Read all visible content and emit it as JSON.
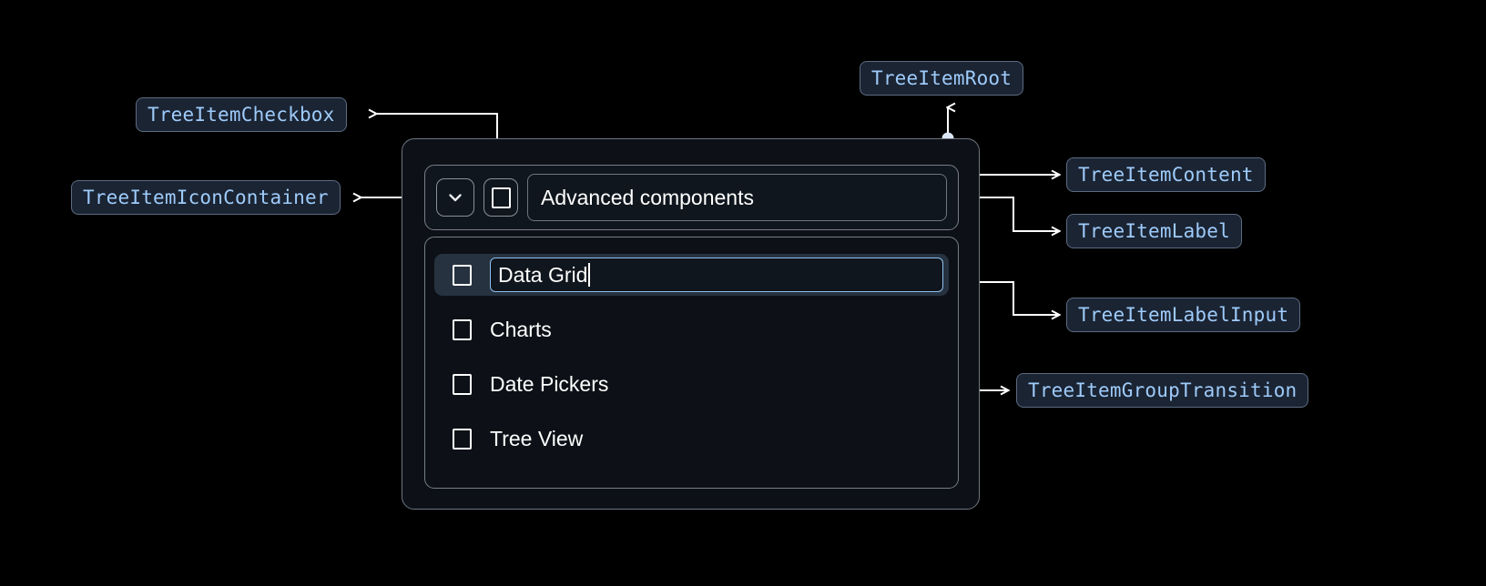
{
  "background": "#000000",
  "annotations": [
    {
      "id": "checkbox",
      "label": "TreeItemCheckbox"
    },
    {
      "id": "icon_container",
      "label": "TreeItemIconContainer"
    },
    {
      "id": "root",
      "label": "TreeItemRoot"
    },
    {
      "id": "content",
      "label": "TreeItemContent"
    },
    {
      "id": "label",
      "label": "TreeItemLabel"
    },
    {
      "id": "label_input",
      "label": "TreeItemLabelInput"
    },
    {
      "id": "group_transition",
      "label": "TreeItemGroupTransition"
    }
  ],
  "tree": {
    "parent": {
      "label": "Advanced components",
      "expand_icon": "chevron-down-icon",
      "checkbox_checked": false
    },
    "children": [
      {
        "label": "Data Grid",
        "editing": true,
        "selected": true,
        "checkbox_checked": false
      },
      {
        "label": "Charts",
        "editing": false,
        "selected": false,
        "checkbox_checked": false
      },
      {
        "label": "Date Pickers",
        "editing": false,
        "selected": false,
        "checkbox_checked": false
      },
      {
        "label": "Tree View",
        "editing": false,
        "selected": false,
        "checkbox_checked": false
      }
    ]
  },
  "colors": {
    "chip_bg": "#1b2433",
    "chip_border": "#5c6b80",
    "chip_text": "#9ecbfa",
    "connector": "#ffffff",
    "card_bg": "#0d1117",
    "card_border": "#6f7680",
    "selected_row": "#26323f",
    "input_focus_border": "#8ec2f0",
    "text": "#ffffff"
  }
}
